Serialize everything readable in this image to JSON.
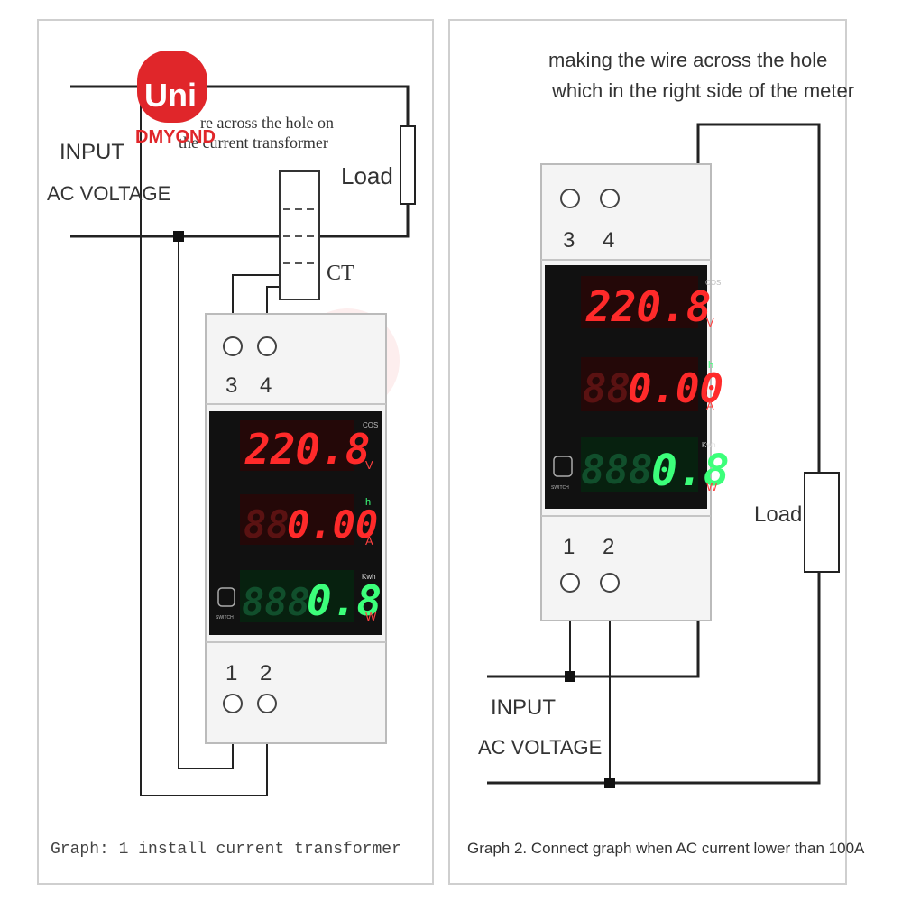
{
  "colors": {
    "wire": "#222222",
    "panel_border": "#cccccc",
    "meter_body": "#f4f4f4",
    "display_bg": "#111111",
    "red_digit": "#ff2a2a",
    "green_digit": "#3cff7a",
    "logo_red": "#e0262a"
  },
  "logo": {
    "text": "DMYOND",
    "mark": "Uni"
  },
  "graph1": {
    "input_label_1": "INPUT",
    "input_label_2": "AC VOLTAGE",
    "note_line_1": "re across the hole on",
    "note_line_2": "the current transformer",
    "load_label": "Load",
    "ct_label": "CT",
    "caption": "Graph: 1 install current transformer",
    "meter": {
      "terminal_top_1": "3",
      "terminal_top_2": "4",
      "terminal_bottom_1": "1",
      "terminal_bottom_2": "2",
      "row1_value": "220.8",
      "row1_unit": "V",
      "row1_side": "COS",
      "row2_dim": "88",
      "row2_value": "0.00",
      "row2_unit_top": "h",
      "row2_unit": "A",
      "row3_dim": "888",
      "row3_value": "0.8",
      "row3_unit_top": "Kwh",
      "row3_unit": "W",
      "button_label": "SWITCH"
    }
  },
  "graph2": {
    "header_line_1": "making the wire across the hole",
    "header_line_2": "which in the right side of the meter",
    "load_label": "Load",
    "input_label_1": "INPUT",
    "input_label_2": "AC VOLTAGE",
    "caption": "Graph 2. Connect graph when AC current lower than 100A",
    "meter": {
      "terminal_top_1": "3",
      "terminal_top_2": "4",
      "terminal_bottom_1": "1",
      "terminal_bottom_2": "2",
      "row1_value": "220.8",
      "row1_unit": "V",
      "row1_side": "COS",
      "row2_dim": "88",
      "row2_value": "0.00",
      "row2_unit_top": "h",
      "row2_unit": "A",
      "row3_dim": "888",
      "row3_value": "0.8",
      "row3_unit_top": "Kwh",
      "row3_unit": "W",
      "button_label": "SWITCH"
    }
  }
}
